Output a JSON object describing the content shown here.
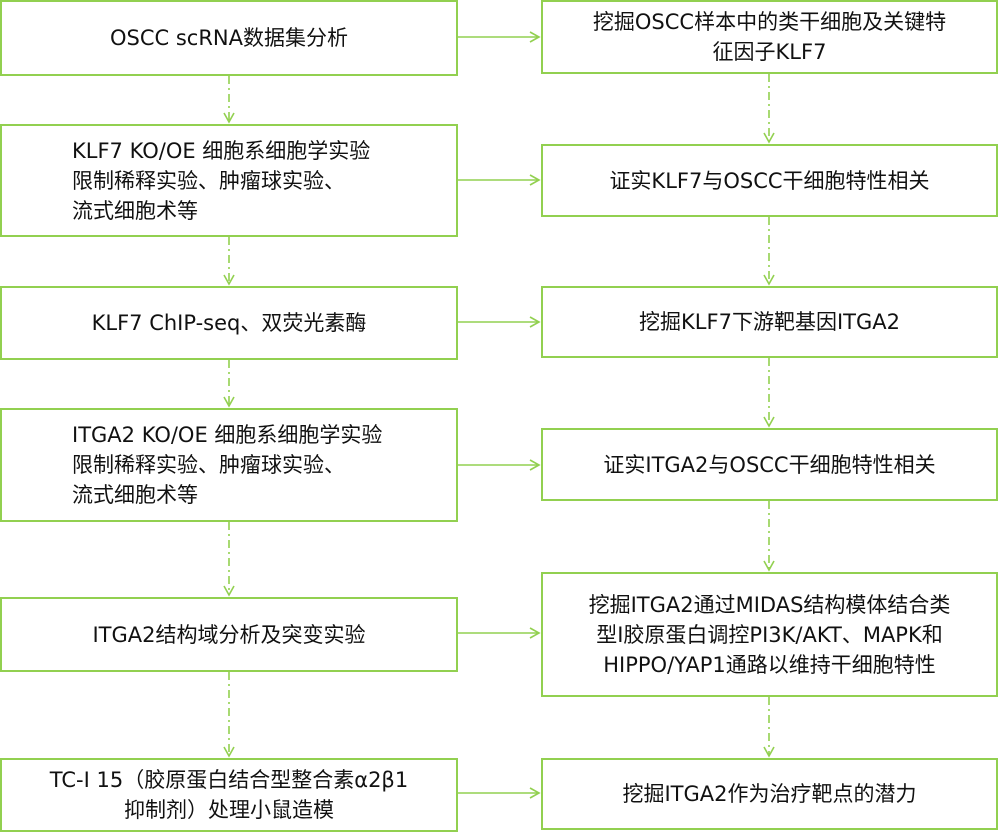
{
  "accent_color": "#92d050",
  "left_column": [
    {
      "lines": [
        "OSCC scRNA数据集分析"
      ]
    },
    {
      "lines": [
        "KLF7 KO/OE 细胞系细胞学实验",
        "限制稀释实验、肿瘤球实验、",
        "流式细胞术等"
      ]
    },
    {
      "lines": [
        "KLF7 ChIP-seq、双荧光素酶"
      ]
    },
    {
      "lines": [
        "ITGA2 KO/OE 细胞系细胞学实验",
        "限制稀释实验、肿瘤球实验、",
        "流式细胞术等"
      ]
    },
    {
      "lines": [
        "ITGA2结构域分析及突变实验"
      ]
    },
    {
      "lines": [
        "TC-I 15（胶原蛋白结合型整合素α2β1",
        "抑制剂）处理小鼠造模"
      ]
    }
  ],
  "right_column": [
    {
      "lines": [
        "挖掘OSCC样本中的类干细胞及关键特",
        "征因子KLF7"
      ]
    },
    {
      "lines": [
        "证实KLF7与OSCC干细胞特性相关"
      ]
    },
    {
      "lines": [
        "挖掘KLF7下游靶基因ITGA2"
      ]
    },
    {
      "lines": [
        "证实ITGA2与OSCC干细胞特性相关"
      ]
    },
    {
      "lines": [
        "挖掘ITGA2通过MIDAS结构模体结合类",
        "型I胶原蛋白调控PI3K/AKT、MAPK和",
        "HIPPO/YAP1通路以维持干细胞特性"
      ]
    },
    {
      "lines": [
        "挖掘ITGA2作为治疗靶点的潜力"
      ]
    }
  ]
}
